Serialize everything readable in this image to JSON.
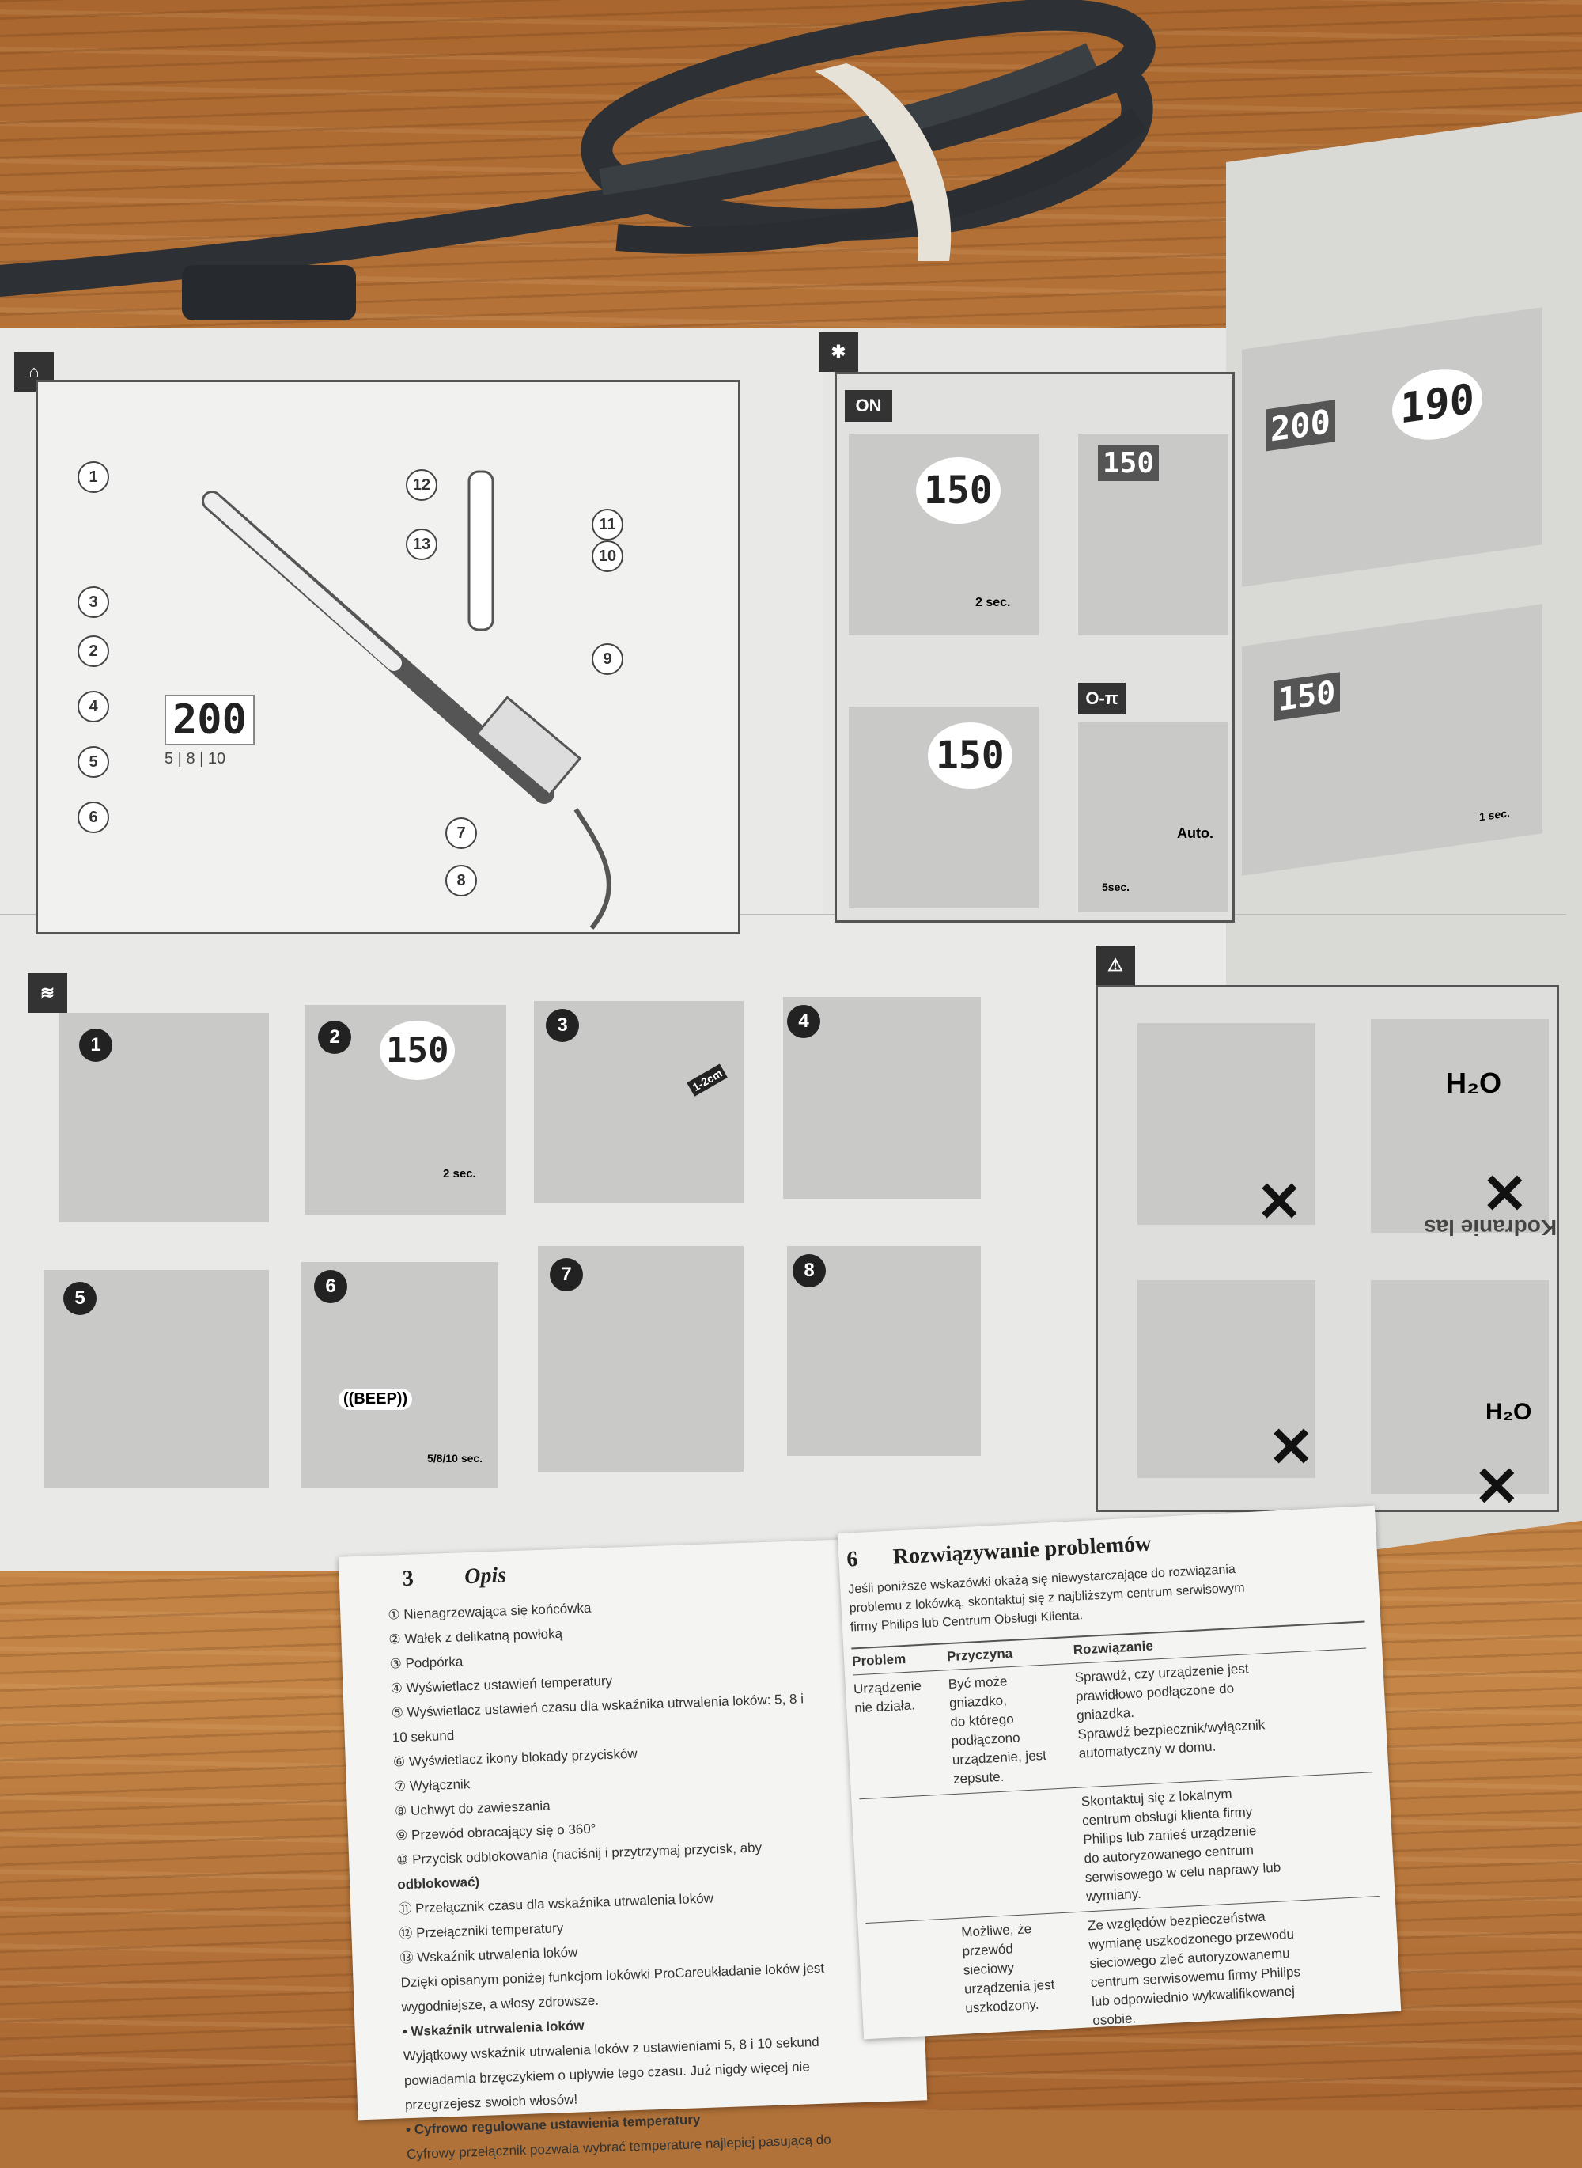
{
  "scene": "instruction-leaflet-on-wood",
  "overview": {
    "callouts": [
      "1",
      "2",
      "3",
      "4",
      "5",
      "6",
      "7",
      "8",
      "9",
      "10",
      "11",
      "12",
      "13"
    ],
    "display_value": "200",
    "display_timer_options": [
      "5",
      "8",
      "10"
    ]
  },
  "operation": {
    "on_label": "ON",
    "display_150": "150",
    "display_190": "190",
    "display_200": "200",
    "timer_2sec": "2 sec.",
    "timer_5sec": "5sec.",
    "timer_1sec": "1 sec.",
    "auto_label": "Auto.",
    "lock_icon_label": "O-π"
  },
  "curling": {
    "steps": [
      "1",
      "2",
      "3",
      "4",
      "5",
      "6",
      "7",
      "8"
    ],
    "step2_display": "150",
    "step2_timer": "2 sec.",
    "step6_beep": "((BEEP))",
    "step6_timer": "5/8/10 sec.",
    "step3_arrow": "1-2cm"
  },
  "warnings": {
    "h2o_label": "H₂O",
    "h2o_label_2": "H₂O",
    "mirror_heading": "Kodranie las"
  },
  "opis": {
    "section_num": "3",
    "title": "Opis",
    "items": [
      "① Nienagrzewająca się końcówka",
      "② Wałek z delikatną powłoką",
      "③ Podpórka",
      "④ Wyświetlacz ustawień temperatury",
      "⑤ Wyświetlacz ustawień czasu dla wskaźnika utrwalenia loków: 5, 8 i",
      "10 sekund",
      "⑥ Wyświetlacz ikony blokady przycisków",
      "⑦ Wyłącznik",
      "⑧ Uchwyt do zawieszania",
      "⑨ Przewód obracający się o 360°",
      "⑩ Przycisk odblokowania (naciśnij i przytrzymaj przycisk, aby",
      "odblokować)",
      "⑪ Przełącznik czasu dla wskaźnika utrwalenia loków",
      "⑫ Przełączniki temperatury",
      "⑬ Wskaźnik utrwalenia loków",
      "Dzięki opisanym poniżej funkcjom lokówki ProCareukładanie loków jest",
      "wygodniejsze, a włosy zdrowsze.",
      "• Wskaźnik utrwalenia loków",
      "Wyjątkowy wskaźnik utrwalenia loków z ustawieniami 5, 8 i 10 sekund",
      "powiadamia brzęczykiem o upływie tego czasu. Już nigdy więcej nie",
      "przegrzejesz swoich włosów!",
      "• Cyfrowo regulowane ustawienia temperatury",
      "Cyfrowy przełącznik pozwala wybrać temperaturę najlepiej pasującą do"
    ]
  },
  "problems": {
    "section_num": "6",
    "title": "Rozwiązywanie problemów",
    "intro": [
      "Jeśli poniższe wskazówki okażą się niewystarczające do rozwiązania",
      "problemu z lokówką, skontaktuj się z najbliższym centrum serwisowym",
      "firmy Philips lub Centrum Obsługi Klienta."
    ],
    "headers": [
      "Problem",
      "Przyczyna",
      "Rozwiązanie"
    ],
    "problem": [
      "Urządzenie",
      "nie działa."
    ],
    "cause": [
      "Być może",
      "gniazdko,",
      "do którego",
      "podłączono",
      "urządzenie, jest",
      "zepsute."
    ],
    "solution1": [
      "Sprawdź, czy urządzenie jest",
      "prawidłowo podłączone do",
      "gniazdka.",
      "Sprawdź bezpiecznik/wyłącznik",
      "automatyczny w domu."
    ],
    "solution2": [
      "Skontaktuj się z lokalnym",
      "centrum obsługi klienta firmy",
      "Philips lub zanieś urządzenie",
      "do autoryzowanego centrum",
      "serwisowego w celu naprawy lub",
      "wymiany."
    ],
    "cause2": [
      "Możliwe, że",
      "przewód",
      "sieciowy",
      "urządzenia jest",
      "uszkodzony."
    ],
    "solution3": [
      "Ze względów bezpieczeństwa",
      "wymianę uszkodzonego przewodu",
      "sieciowego zleć autoryzowanemu",
      "centrum serwisowemu firmy Philips",
      "lub odpowiednio wykwalifikowanej",
      "osobie."
    ]
  }
}
